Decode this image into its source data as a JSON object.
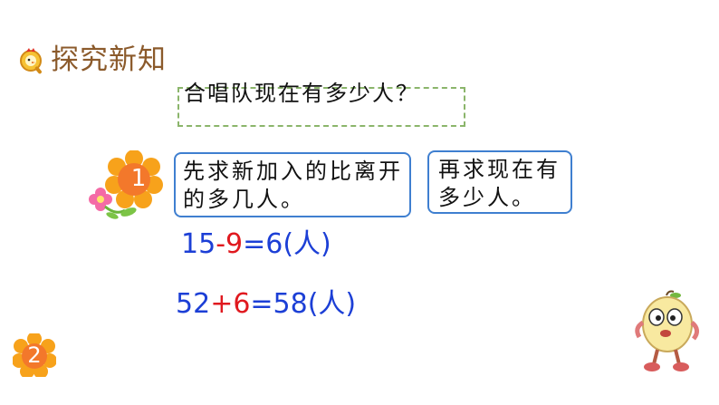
{
  "header": {
    "title": "探究新知",
    "icon": "magnifier-chick-icon"
  },
  "question": {
    "text": "合唱队现在有多少人？"
  },
  "step1": {
    "number": "1",
    "hint_left": "先求新加入的比离开的多几人。",
    "hint_right": "再求现在有多少人。"
  },
  "equations": [
    {
      "a": "15",
      "op": "-",
      "b": "9",
      "rest": "=6(人)"
    },
    {
      "a": "52",
      "op": "+",
      "b": "6",
      "rest": "=58(人)"
    }
  ],
  "step2": {
    "number": "2"
  },
  "colors": {
    "equation_blue": "#1c3fd6",
    "operator_red": "#e0191f",
    "hint_border": "#3f7fd0",
    "question_border": "#8bb56b",
    "title_brown": "#8b5a2b",
    "flower_orange": "#f7a21b"
  }
}
